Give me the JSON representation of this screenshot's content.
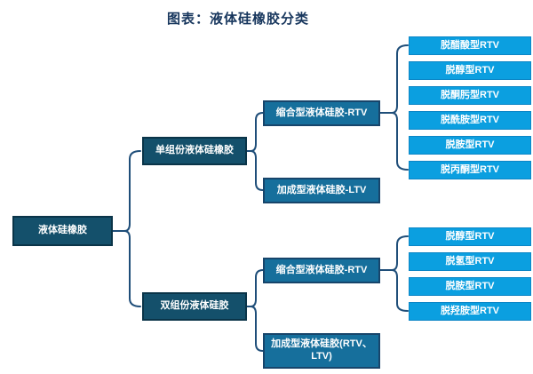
{
  "title": "图表：液体硅橡胶分类",
  "colors": {
    "title_text": "#17365d",
    "connector": "#1f4e79",
    "level1_fill": "#14506b",
    "level2_fill": "#14506b",
    "level3_fill": "#166f9c",
    "level4_fill": "#0b9fe0",
    "node_text": "#ffffff"
  },
  "tree": {
    "root": "液体硅橡胶",
    "level2": [
      "单组份液体硅橡胶",
      "双组份液体硅胶"
    ],
    "level3": [
      "缩合型液体硅胶-RTV",
      "加成型液体硅胶-LTV",
      "缩合型液体硅胶-RTV",
      "加成型液体硅胶(RTV、LTV)"
    ],
    "level4_group1": [
      "脱醋酸型RTV",
      "脱醇型RTV",
      "脱酮肟型RTV",
      "脱酰胺型RTV",
      "脱胺型RTV",
      "脱丙酮型RTV"
    ],
    "level4_group2": [
      "脱醇型RTV",
      "脱氢型RTV",
      "脱胺型RTV",
      "脱羟胺型RTV"
    ]
  }
}
